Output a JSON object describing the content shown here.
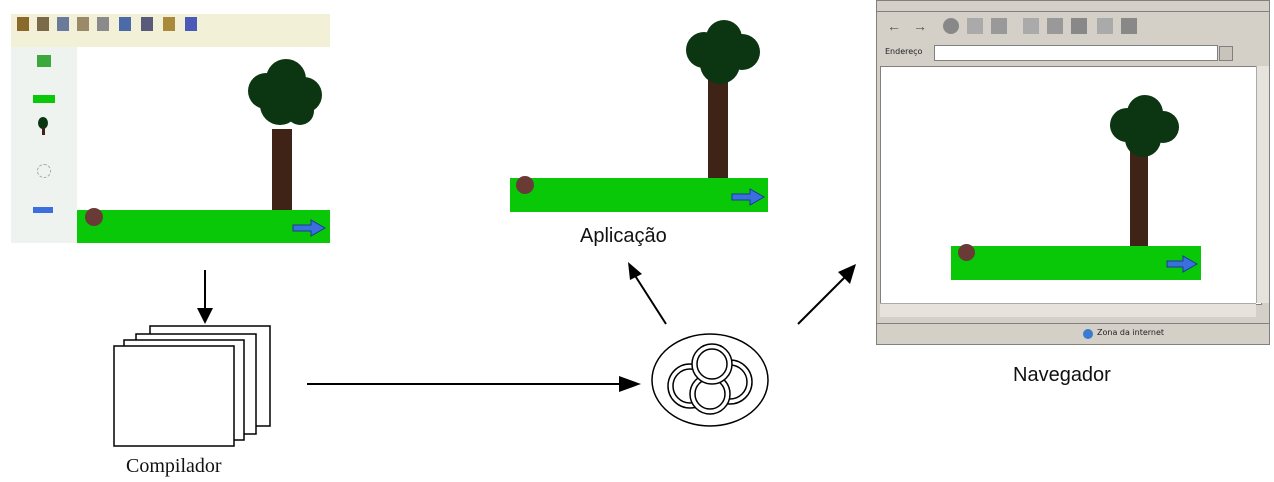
{
  "labels": {
    "aplicacao": "Aplicação",
    "navegador": "Navegador",
    "compilador": "Compilador"
  },
  "browser": {
    "address_label": "Endereço",
    "status_zone": "Zona da internet"
  },
  "colors": {
    "grass": "#08c808",
    "trunk": "#3f2317",
    "foliage": "#0c3512",
    "ball": "#6a3b36",
    "arrow_icon": "#3b6fe0"
  }
}
